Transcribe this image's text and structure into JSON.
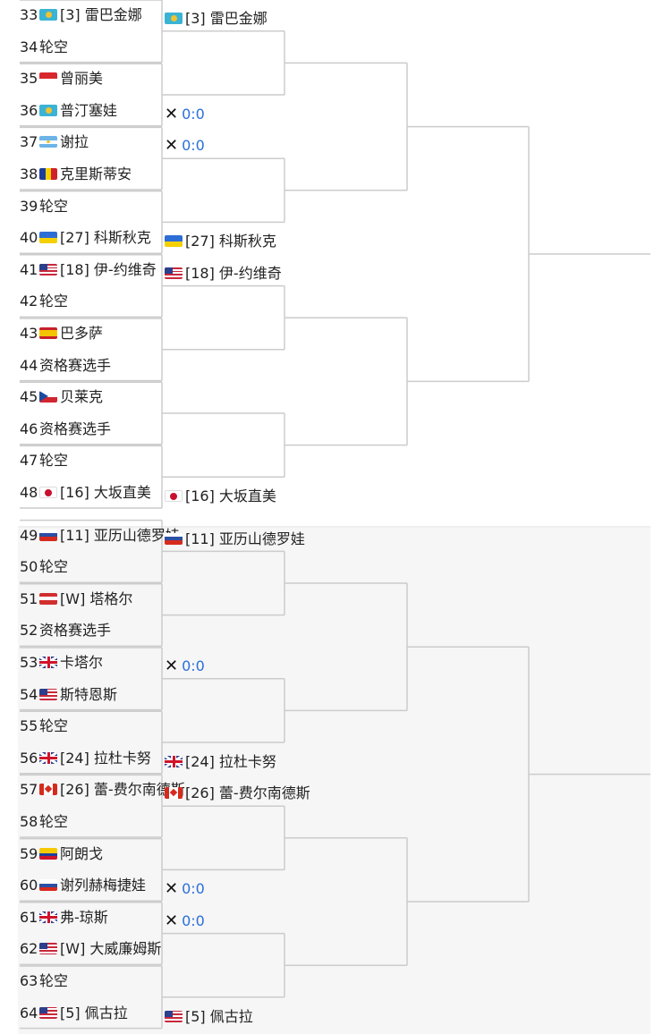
{
  "colors": {
    "score": "#2a6fdb",
    "line": "#cccccc",
    "bottom_bg": "#f6f6f6"
  },
  "round1": [
    {
      "num": "33",
      "flag": "kz",
      "text": "[3] 雷巴金娜"
    },
    {
      "num": "34",
      "flag": "",
      "text": "轮空"
    },
    {
      "num": "35",
      "flag": "id",
      "text": "曾丽美"
    },
    {
      "num": "36",
      "flag": "kz",
      "text": "普汀塞娃"
    },
    {
      "num": "37",
      "flag": "ar",
      "text": "谢拉"
    },
    {
      "num": "38",
      "flag": "ro",
      "text": "克里斯蒂安"
    },
    {
      "num": "39",
      "flag": "",
      "text": "轮空"
    },
    {
      "num": "40",
      "flag": "ua",
      "text": "[27] 科斯秋克"
    },
    {
      "num": "41",
      "flag": "us",
      "text": "[18] 伊-约维奇"
    },
    {
      "num": "42",
      "flag": "",
      "text": "轮空"
    },
    {
      "num": "43",
      "flag": "es",
      "text": "巴多萨"
    },
    {
      "num": "44",
      "flag": "",
      "text": "资格赛选手"
    },
    {
      "num": "45",
      "flag": "cz",
      "text": "贝莱克"
    },
    {
      "num": "46",
      "flag": "",
      "text": "资格赛选手"
    },
    {
      "num": "47",
      "flag": "",
      "text": "轮空"
    },
    {
      "num": "48",
      "flag": "jp",
      "text": "[16] 大坂直美"
    },
    {
      "num": "49",
      "flag": "ru",
      "text": "[11] 亚历山德罗娃"
    },
    {
      "num": "50",
      "flag": "",
      "text": "轮空"
    },
    {
      "num": "51",
      "flag": "at",
      "text": "[W] 塔格尔"
    },
    {
      "num": "52",
      "flag": "",
      "text": "资格赛选手"
    },
    {
      "num": "53",
      "flag": "gb",
      "text": "卡塔尔"
    },
    {
      "num": "54",
      "flag": "us",
      "text": "斯特恩斯"
    },
    {
      "num": "55",
      "flag": "",
      "text": "轮空"
    },
    {
      "num": "56",
      "flag": "gb",
      "text": "[24] 拉杜卡努"
    },
    {
      "num": "57",
      "flag": "ca",
      "text": "[26] 蕾-费尔南德斯"
    },
    {
      "num": "58",
      "flag": "",
      "text": "轮空"
    },
    {
      "num": "59",
      "flag": "co",
      "text": "阿朗戈"
    },
    {
      "num": "60",
      "flag": "ru",
      "text": "谢列赫梅捷娃"
    },
    {
      "num": "61",
      "flag": "gb",
      "text": "弗-琼斯"
    },
    {
      "num": "62",
      "flag": "us",
      "text": "[W] 大威廉姆斯"
    },
    {
      "num": "63",
      "flag": "",
      "text": "轮空"
    },
    {
      "num": "64",
      "flag": "us",
      "text": "[5] 佩古拉"
    }
  ],
  "round2": [
    {
      "flag": "kz",
      "text": "[3] 雷巴金娜"
    },
    {
      "vs": true,
      "score": "0:0"
    },
    {
      "vs": true,
      "score": "0:0"
    },
    {
      "flag": "ua",
      "text": "[27] 科斯秋克"
    },
    {
      "flag": "us",
      "text": "[18] 伊-约维奇"
    },
    {
      "flag": "",
      "text": ""
    },
    {
      "flag": "",
      "text": ""
    },
    {
      "flag": "jp",
      "text": "[16] 大坂直美"
    },
    {
      "flag": "ru",
      "text": "[11] 亚历山德罗娃"
    },
    {
      "flag": "",
      "text": ""
    },
    {
      "vs": true,
      "score": "0:0"
    },
    {
      "flag": "gb",
      "text": "[24] 拉杜卡努"
    },
    {
      "flag": "ca",
      "text": "[26] 蕾-费尔南德斯"
    },
    {
      "vs": true,
      "score": "0:0"
    },
    {
      "vs": true,
      "score": "0:0"
    },
    {
      "flag": "us",
      "text": "[5] 佩古拉"
    }
  ]
}
